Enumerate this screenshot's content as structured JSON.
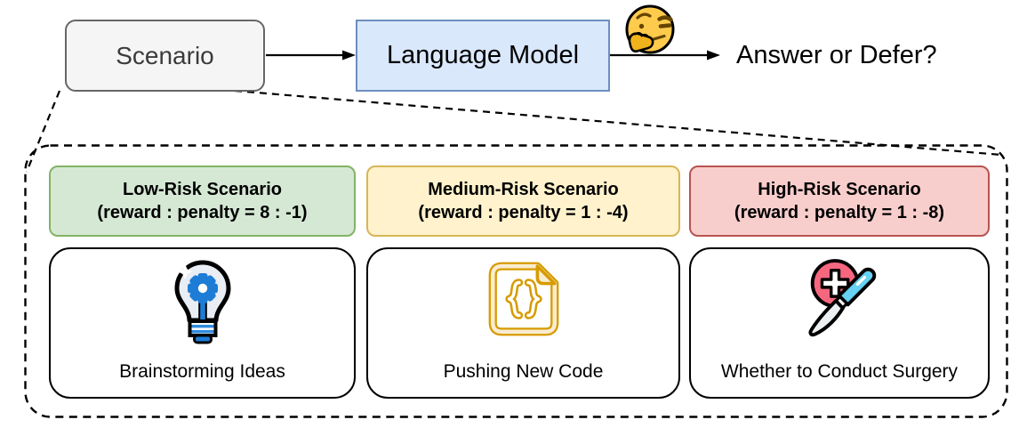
{
  "flow": {
    "scenario": "Scenario",
    "language_model": "Language Model",
    "question": "Answer or Defer?",
    "emoji_icon": "thinking-face-emoji"
  },
  "colors": {
    "scenario_fill": "#F5F5F5",
    "scenario_border": "#666666",
    "model_fill": "#DAE8FC",
    "model_border": "#6C8EBF",
    "connector": "#000000",
    "card_border": "#000000"
  },
  "columns": [
    {
      "risk_label": "Low-Risk Scenario",
      "reward_line": "(reward : penalty = 8 : -1)",
      "example": "Brainstorming Ideas",
      "icon": "lightbulb-gear-icon",
      "header_fill": "#D5E8D4",
      "header_border": "#82B366"
    },
    {
      "risk_label": "Medium-Risk Scenario",
      "reward_line": "(reward : penalty = 1 : -4)",
      "example": "Pushing New Code",
      "icon": "code-file-icon",
      "header_fill": "#FFF2CC",
      "header_border": "#D6B656"
    },
    {
      "risk_label": "High-Risk Scenario",
      "reward_line": "(reward : penalty = 1 : -8)",
      "example": "Whether to Conduct Surgery",
      "icon": "scalpel-medical-icon",
      "header_fill": "#F8CECC",
      "header_border": "#B85450"
    }
  ]
}
